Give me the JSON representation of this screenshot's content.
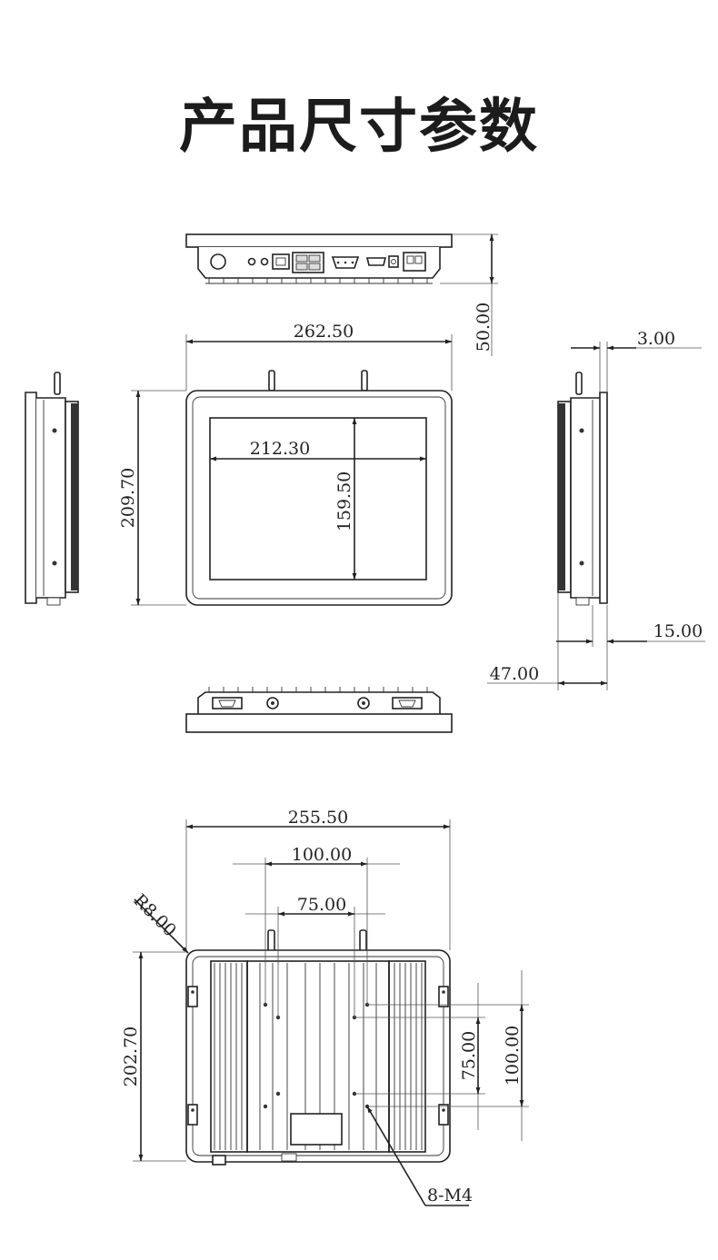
{
  "title": "产品尺寸参数",
  "dimensions": {
    "top_view_height": "50.00",
    "front_width": "262.50",
    "front_height": "209.70",
    "screen_width": "212.30",
    "screen_height": "159.50",
    "side_bezel": "3.00",
    "side_panel": "15.00",
    "side_depth": "47.00",
    "back_width": "255.50",
    "back_vesa_outer": "100.00",
    "back_vesa_inner": "75.00",
    "back_radius": "R8.00",
    "back_height": "202.70",
    "back_vesa_v_inner": "75.00",
    "back_vesa_v_outer": "100.00",
    "mount_holes": "8-M4"
  }
}
